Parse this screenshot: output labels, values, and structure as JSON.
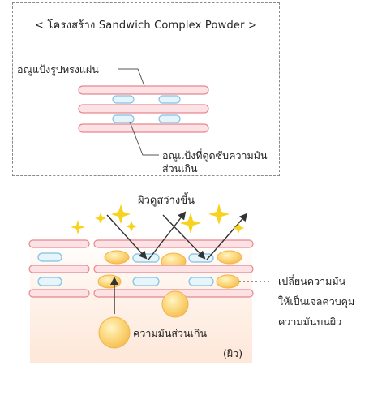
{
  "top_panel": {
    "title": "< โครงสร้าง Sandwich Complex Powder >",
    "label_plate": "อณูแป้งรูปทรงแผ่น",
    "label_capsule_line1": "อณูแป้งที่ดูดซับความมัน",
    "label_capsule_line2": "ส่วนเกิน"
  },
  "bottom_panel": {
    "label_bright": "ผิวดูสว่างขึ้น",
    "label_transform_line1": "เปลี่ยนความมัน",
    "label_transform_line2": "ให้เป็นเจลควบคุม",
    "label_transform_line3": "ความมันบนผิว",
    "label_excess_oil": "ความมันส่วนเกิน",
    "label_skin": "(ผิว)"
  },
  "colors": {
    "plate_fill": "#fde2e5",
    "plate_stroke": "#e8868f",
    "capsule_fill": "#e6f4fb",
    "capsule_stroke": "#7fc1e2",
    "oil_fill": "#fbd67a",
    "oil_stroke": "#f1b447",
    "sparkle": "#f7d21f",
    "arrow": "#333333"
  },
  "icons": [
    "sparkle-icon",
    "arrow-icon"
  ]
}
